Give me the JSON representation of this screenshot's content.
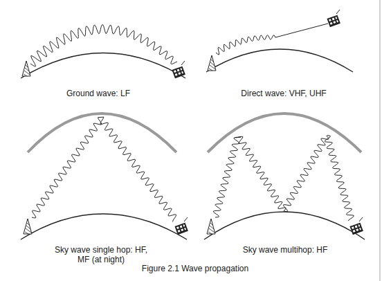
{
  "diagram": {
    "caption": "Figure 2.1 Wave propagation",
    "labels": [
      "Ground wave: LF",
      "Direct wave: VHF, UHF",
      "Sky wave single hop: HF, MF (at night)",
      "Sky wave multihop: HF"
    ]
  }
}
